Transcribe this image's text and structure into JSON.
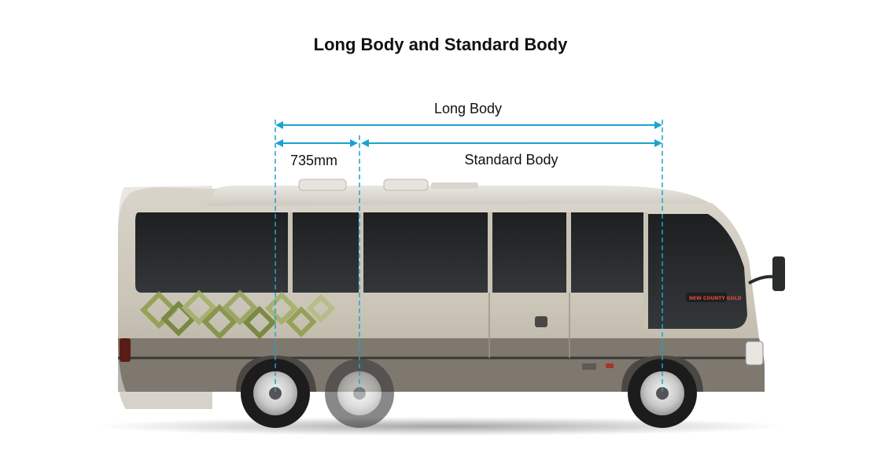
{
  "title": "Long Body and Standard Body",
  "dimensions": {
    "long_body": "Long Body",
    "extension": "735mm",
    "standard_body": "Standard Body"
  },
  "vehicle": {
    "badge": "NEW COUNTY GOLD"
  },
  "colors": {
    "dimension_line": "#1ba3d0",
    "body": "#c9c3b6",
    "lower_trim": "#7e786f",
    "window": "#262829",
    "decal_green": "#7e8f3c"
  }
}
